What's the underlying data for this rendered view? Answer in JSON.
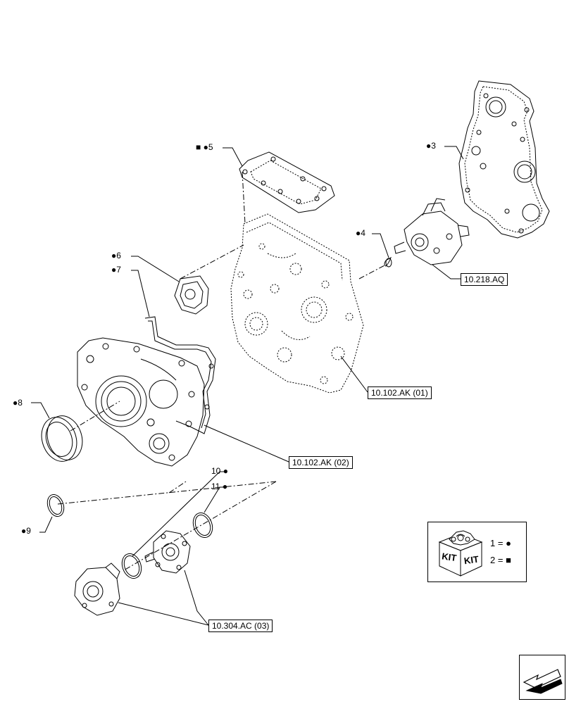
{
  "callouts": {
    "c3": "3",
    "c4": "4",
    "c5": "5",
    "c6": "6",
    "c7": "7",
    "c8": "8",
    "c9": "9",
    "c10": "10",
    "c11": "11"
  },
  "references": {
    "r_218": "10.218.AQ",
    "r_102_01": "10.102.AK (01)",
    "r_102_02": "10.102.AK (02)",
    "r_304": "10.304.AC (03)"
  },
  "legend": {
    "kit_word_1": "KIT",
    "kit_word_2": "KIT",
    "row1": "1 =",
    "row2": "2 ="
  },
  "symbols": {
    "dot": "●",
    "square": "■"
  }
}
